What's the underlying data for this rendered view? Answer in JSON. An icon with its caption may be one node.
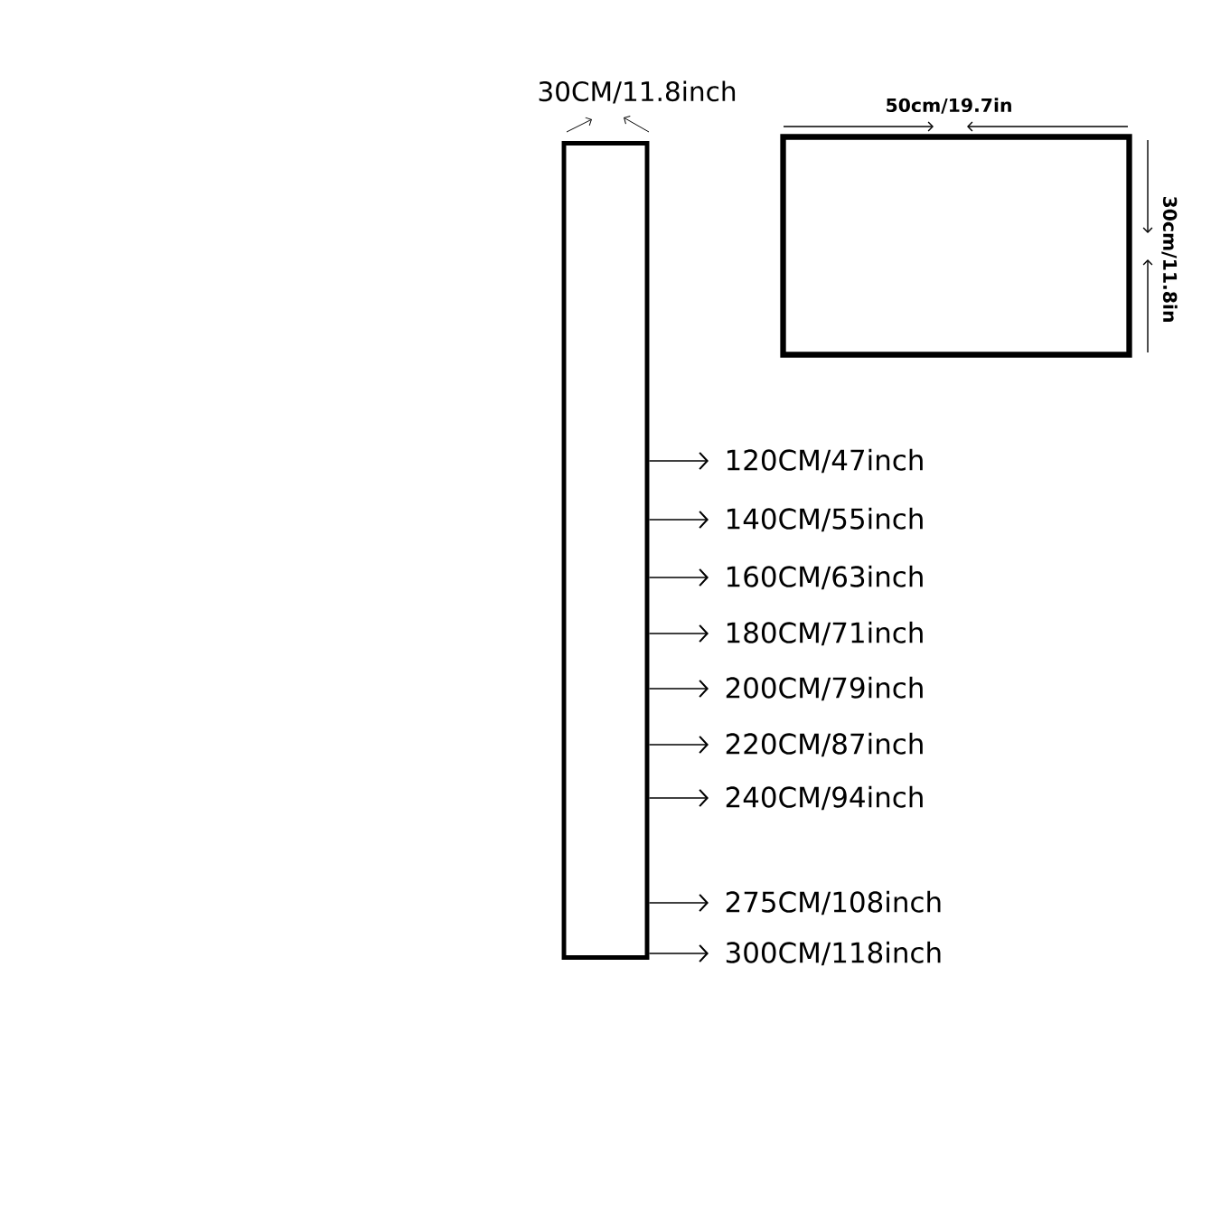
{
  "diagram": {
    "nodes": [
      {
        "text": [],
        "shape": "box"
      },
      {
        "text": [],
        "shape": "box"
      },
      {
        "text": [
          "120CM/47inch"
        ]
      },
      {
        "text": [
          "140CM/55inch"
        ]
      },
      {
        "text": [
          "160CM/63inch"
        ]
      },
      {
        "text": [
          "180CM/71inch"
        ]
      },
      {
        "text": [
          "200CM/79inch"
        ]
      },
      {
        "text": [
          "220CM/87inch"
        ]
      },
      {
        "text": [
          "240CM/94inch"
        ]
      },
      {
        "text": [
          "275CM/108inch"
        ]
      },
      {
        "text": [
          "300CM/118inch"
        ]
      }
    ],
    "edges": [
      {
        "from": 0,
        "to": 2,
        "arrow": "to"
      },
      {
        "from": 0,
        "to": 3,
        "arrow": "to"
      },
      {
        "from": 0,
        "to": 4,
        "arrow": "to"
      },
      {
        "from": 0,
        "to": 5,
        "arrow": "to"
      },
      {
        "from": 0,
        "to": 6,
        "arrow": "to"
      },
      {
        "from": 0,
        "to": 7,
        "arrow": "to"
      },
      {
        "from": 0,
        "to": 8,
        "arrow": "to"
      },
      {
        "from": 0,
        "to": 9,
        "arrow": "to"
      },
      {
        "from": 0,
        "to": 10,
        "arrow": "to"
      }
    ],
    "labels": [
      "30CM/11.8inch",
      "50cm/19.7in",
      "30cm/11.8in"
    ]
  }
}
